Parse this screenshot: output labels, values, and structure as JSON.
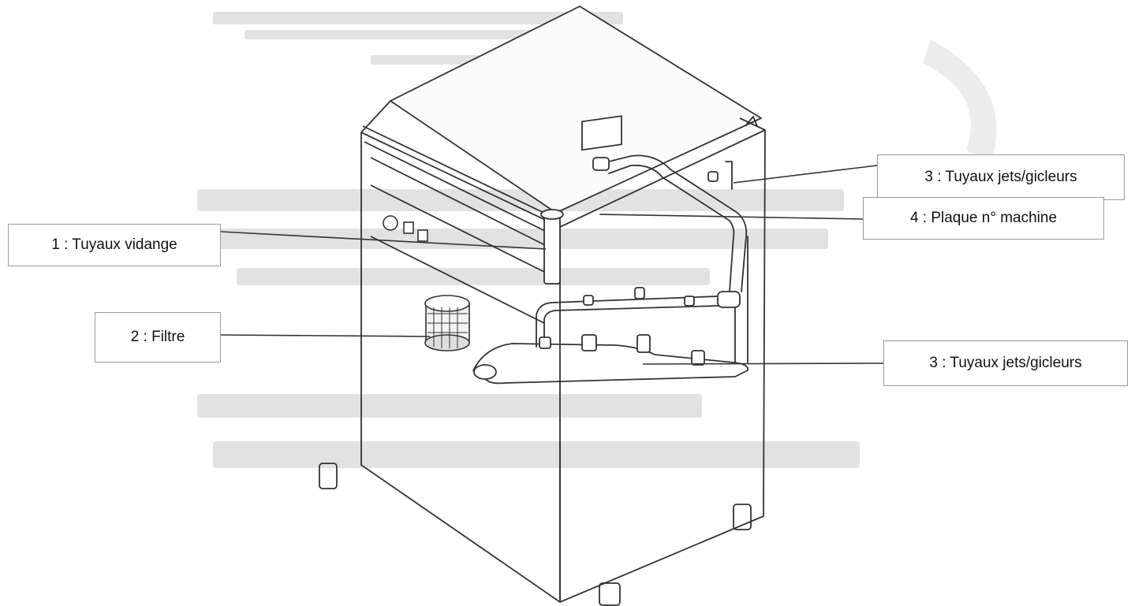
{
  "callouts": {
    "drain_pipes": "1 : Tuyaux vidange",
    "filter": "2 : Filtre",
    "jets_top": "3 : Tuyaux jets/gicleurs",
    "machine_plate": "4 : Plaque n° machine",
    "jets_bottom": "3 : Tuyaux jets/gicleurs"
  },
  "colors": {
    "line_art": "#333333",
    "faint_text": "#d6d6d6",
    "callout_border": "#9a9a9a",
    "watermark": "#ececec"
  }
}
